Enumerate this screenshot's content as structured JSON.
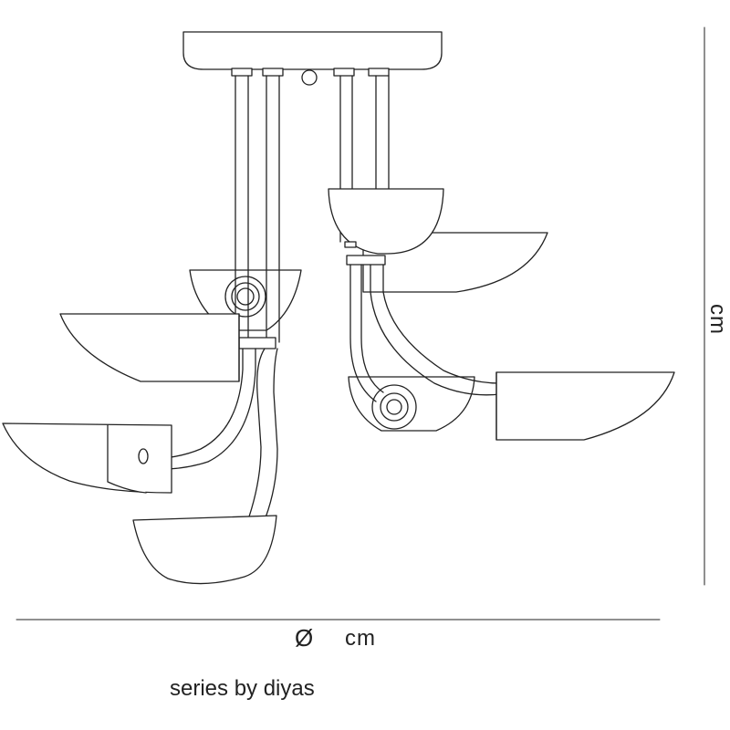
{
  "dimensions": {
    "height_unit": "cm",
    "diameter_symbol": "Ø",
    "diameter_unit": "cm"
  },
  "caption": "series by diyas",
  "colors": {
    "line": "#222222",
    "background": "#ffffff"
  }
}
